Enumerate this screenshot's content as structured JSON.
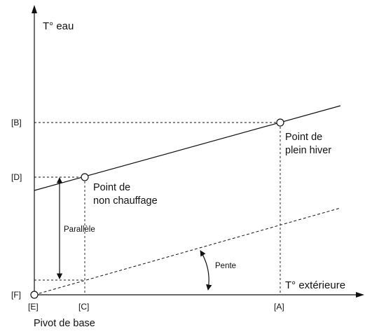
{
  "axes": {
    "y_label": "T° eau",
    "x_label": "T° extérieure",
    "y_ticks": {
      "B": "[B]",
      "D": "[D]",
      "F": "[F]"
    },
    "x_ticks": {
      "E": "[E]",
      "C": "[C]",
      "A": "[A]"
    }
  },
  "points": {
    "plein_hiver": {
      "line1": "Point de",
      "line2": "plein hiver"
    },
    "non_chauffage": {
      "line1": "Point de",
      "line2": "non chauffage"
    },
    "pivot": {
      "label": "Pivot de base"
    }
  },
  "annotations": {
    "parallel": "Parallèle",
    "slope": "Pente"
  },
  "colors": {
    "ink": "#111111",
    "background": "#ffffff"
  }
}
